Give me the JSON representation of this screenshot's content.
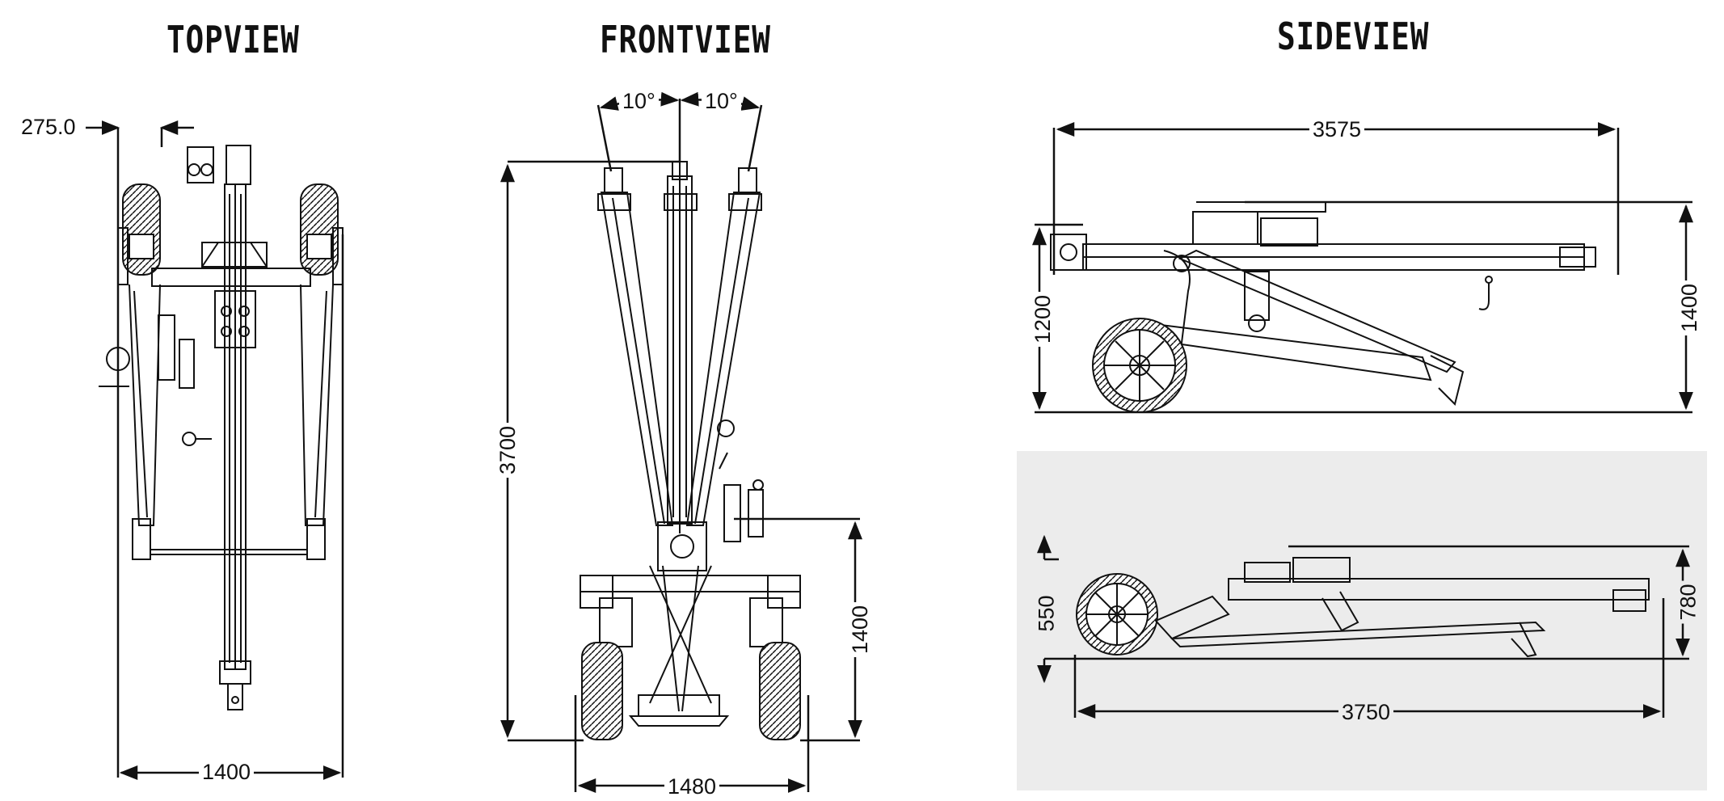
{
  "titles": {
    "top": "TOPVIEW",
    "front": "FRONTVIEW",
    "side": "SIDEVIEW"
  },
  "dimensions": {
    "top_offset": "275.0",
    "top_width": "1400",
    "front_height": "3700",
    "front_angle_left": "10°",
    "front_angle_right": "10°",
    "front_side_height": "1400",
    "front_width": "1480",
    "side_length": "3575",
    "side_left_height": "1200",
    "side_right_height": "1400",
    "stowed_left_height": "550",
    "stowed_right_height": "780",
    "stowed_length": "3750"
  },
  "colors": {
    "line": "#111111",
    "shade": "#ececec",
    "background": "#ffffff"
  }
}
